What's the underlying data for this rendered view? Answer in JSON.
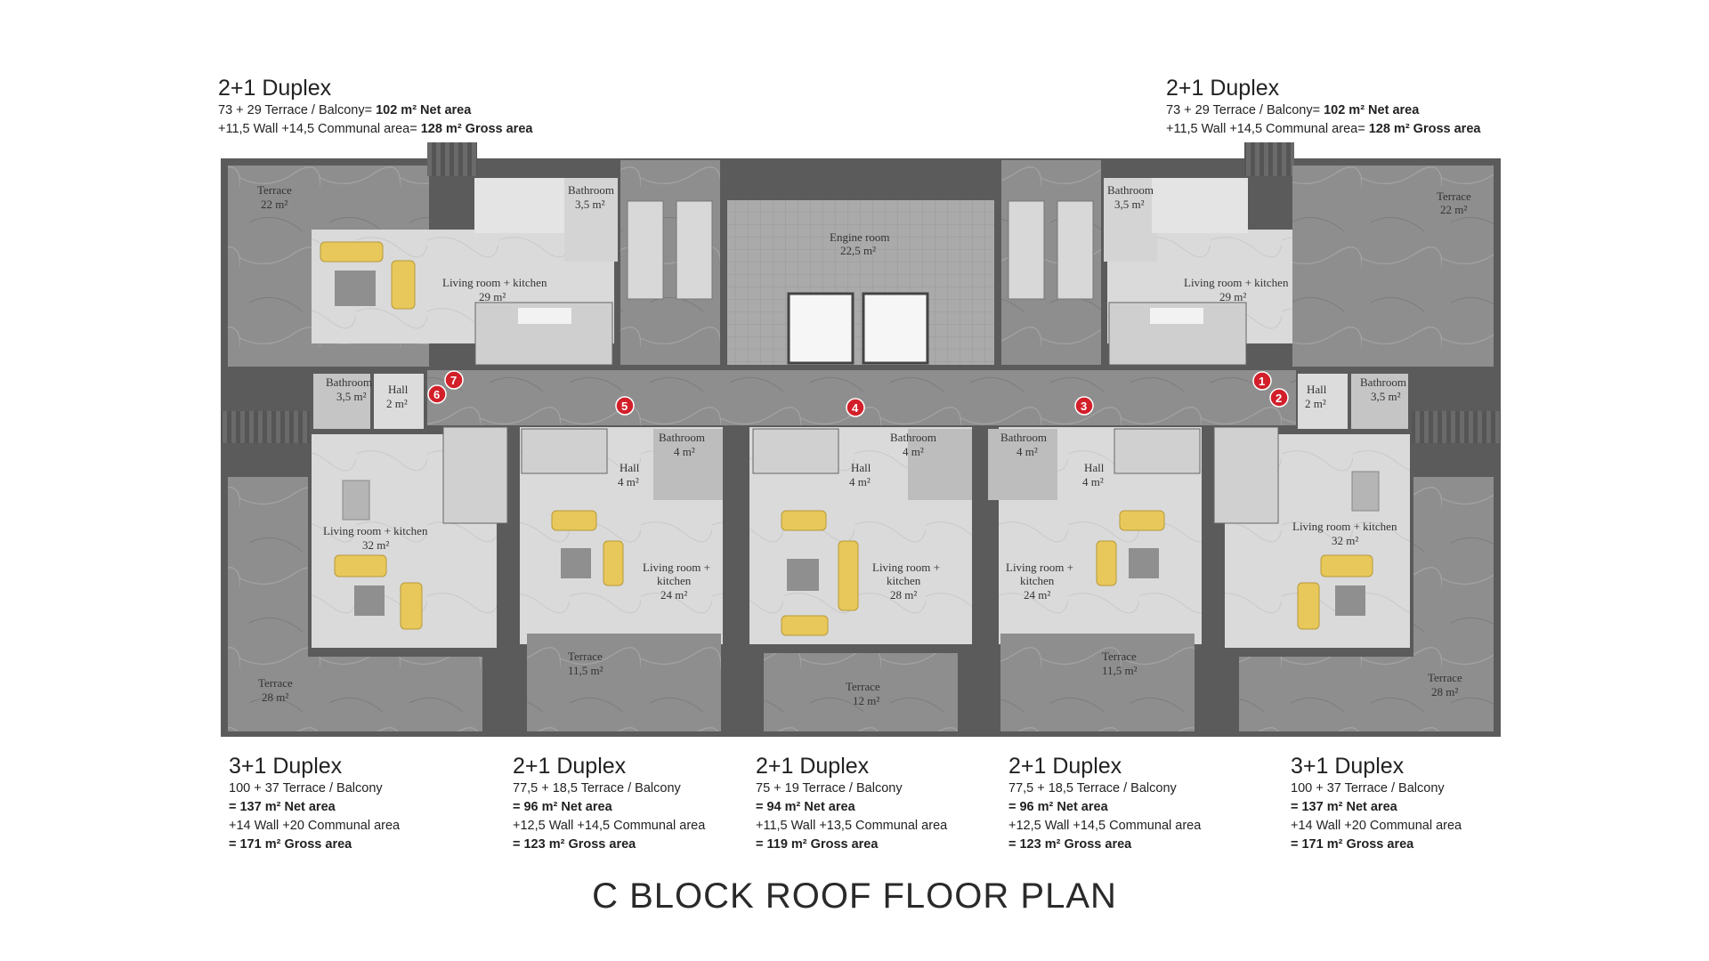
{
  "page_title": "C BLOCK ROOF FLOOR PLAN",
  "colors": {
    "wall": "#5c5c5c",
    "dark_wall": "#3d3d3d",
    "floor": "#d8d8d8",
    "terrace": "#8c8c8c",
    "corridor": "#777777",
    "engine": "#a9a9a9",
    "sofa": "#e8c85a",
    "marker": "#d21f2a"
  },
  "units_top": [
    {
      "title": "2+1 Duplex",
      "line1_pre": "73 + 29 Terrace / Balcony= ",
      "line1_bold": "102 m² Net area",
      "line2_pre": "+11,5 Wall +14,5 Communal area= ",
      "line2_bold": "128 m² Gross area"
    },
    {
      "title": "2+1 Duplex",
      "line1_pre": "73 + 29 Terrace / Balcony= ",
      "line1_bold": "102 m² Net area",
      "line2_pre": "+11,5 Wall +14,5 Communal area= ",
      "line2_bold": "128 m² Gross area"
    }
  ],
  "units_bottom": [
    {
      "title": "3+1 Duplex",
      "l1": "100 + 37 Terrace / Balcony",
      "l2": "= 137 m² Net area",
      "l3": "+14 Wall +20 Communal area",
      "l4": "= 171 m² Gross area"
    },
    {
      "title": "2+1 Duplex",
      "l1": "77,5 + 18,5 Terrace / Balcony",
      "l2": "= 96 m² Net area",
      "l3": "+12,5 Wall +14,5 Communal area",
      "l4": "= 123 m² Gross area"
    },
    {
      "title": "2+1 Duplex",
      "l1": "75 + 19 Terrace / Balcony",
      "l2": "= 94 m² Net area",
      "l3": "+11,5 Wall +13,5 Communal area",
      "l4": "= 119 m² Gross area"
    },
    {
      "title": "2+1 Duplex",
      "l1": "77,5 + 18,5 Terrace / Balcony",
      "l2": "= 96 m² Net area",
      "l3": "+12,5 Wall +14,5 Communal area",
      "l4": "= 123 m² Gross area"
    },
    {
      "title": "3+1 Duplex",
      "l1": "100 + 37 Terrace / Balcony",
      "l2": "= 137 m² Net area",
      "l3": "+14 Wall +20 Communal area",
      "l4": "= 171 m² Gross area"
    }
  ],
  "rooms": {
    "terrace_22": "Terrace",
    "terrace_22_area": "22 m²",
    "bathroom": "Bathroom",
    "bath_35": "3,5 m²",
    "bath_4": "4 m²",
    "living_kitchen": "Living room +  kitchen",
    "living_kitchen_wrap1": "Living room +",
    "living_kitchen_wrap2": "kitchen",
    "lk_29": "29 m²",
    "lk_32": "32 m²",
    "lk_24": "24 m²",
    "lk_28": "28 m²",
    "engine_room": "Engine room",
    "engine_area": "22,5 m²",
    "hall": "Hall",
    "hall_2": "2 m²",
    "hall_4": "4 m²",
    "terrace": "Terrace",
    "terrace_28": "28 m²",
    "terrace_115": "11,5 m²",
    "terrace_12": "12 m²"
  },
  "markers": [
    "1",
    "2",
    "3",
    "4",
    "5",
    "6",
    "7"
  ]
}
